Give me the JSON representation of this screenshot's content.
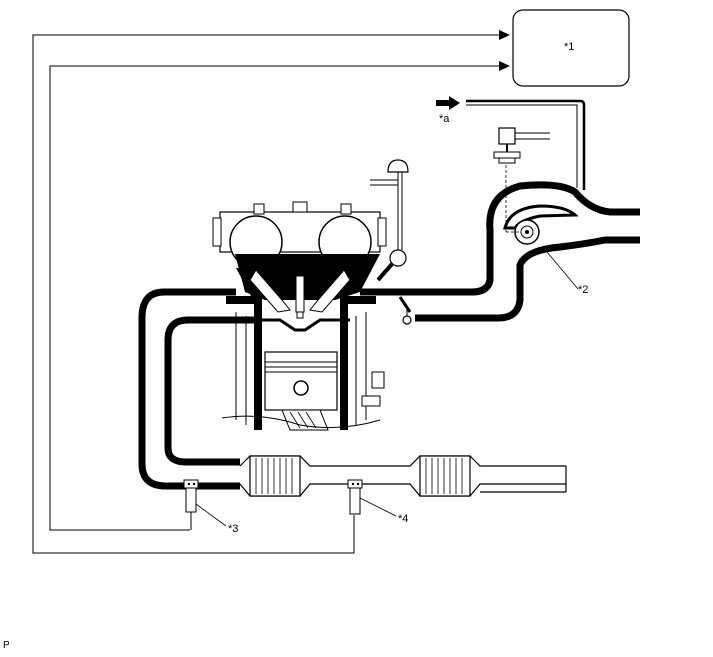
{
  "labels": {
    "ecm": "*1",
    "air": "*a",
    "sensor_intake": "*2",
    "sensor_front": "*3",
    "sensor_rear": "*4",
    "corner_mark": "P"
  },
  "icons": [
    "arrow-right-icon"
  ]
}
